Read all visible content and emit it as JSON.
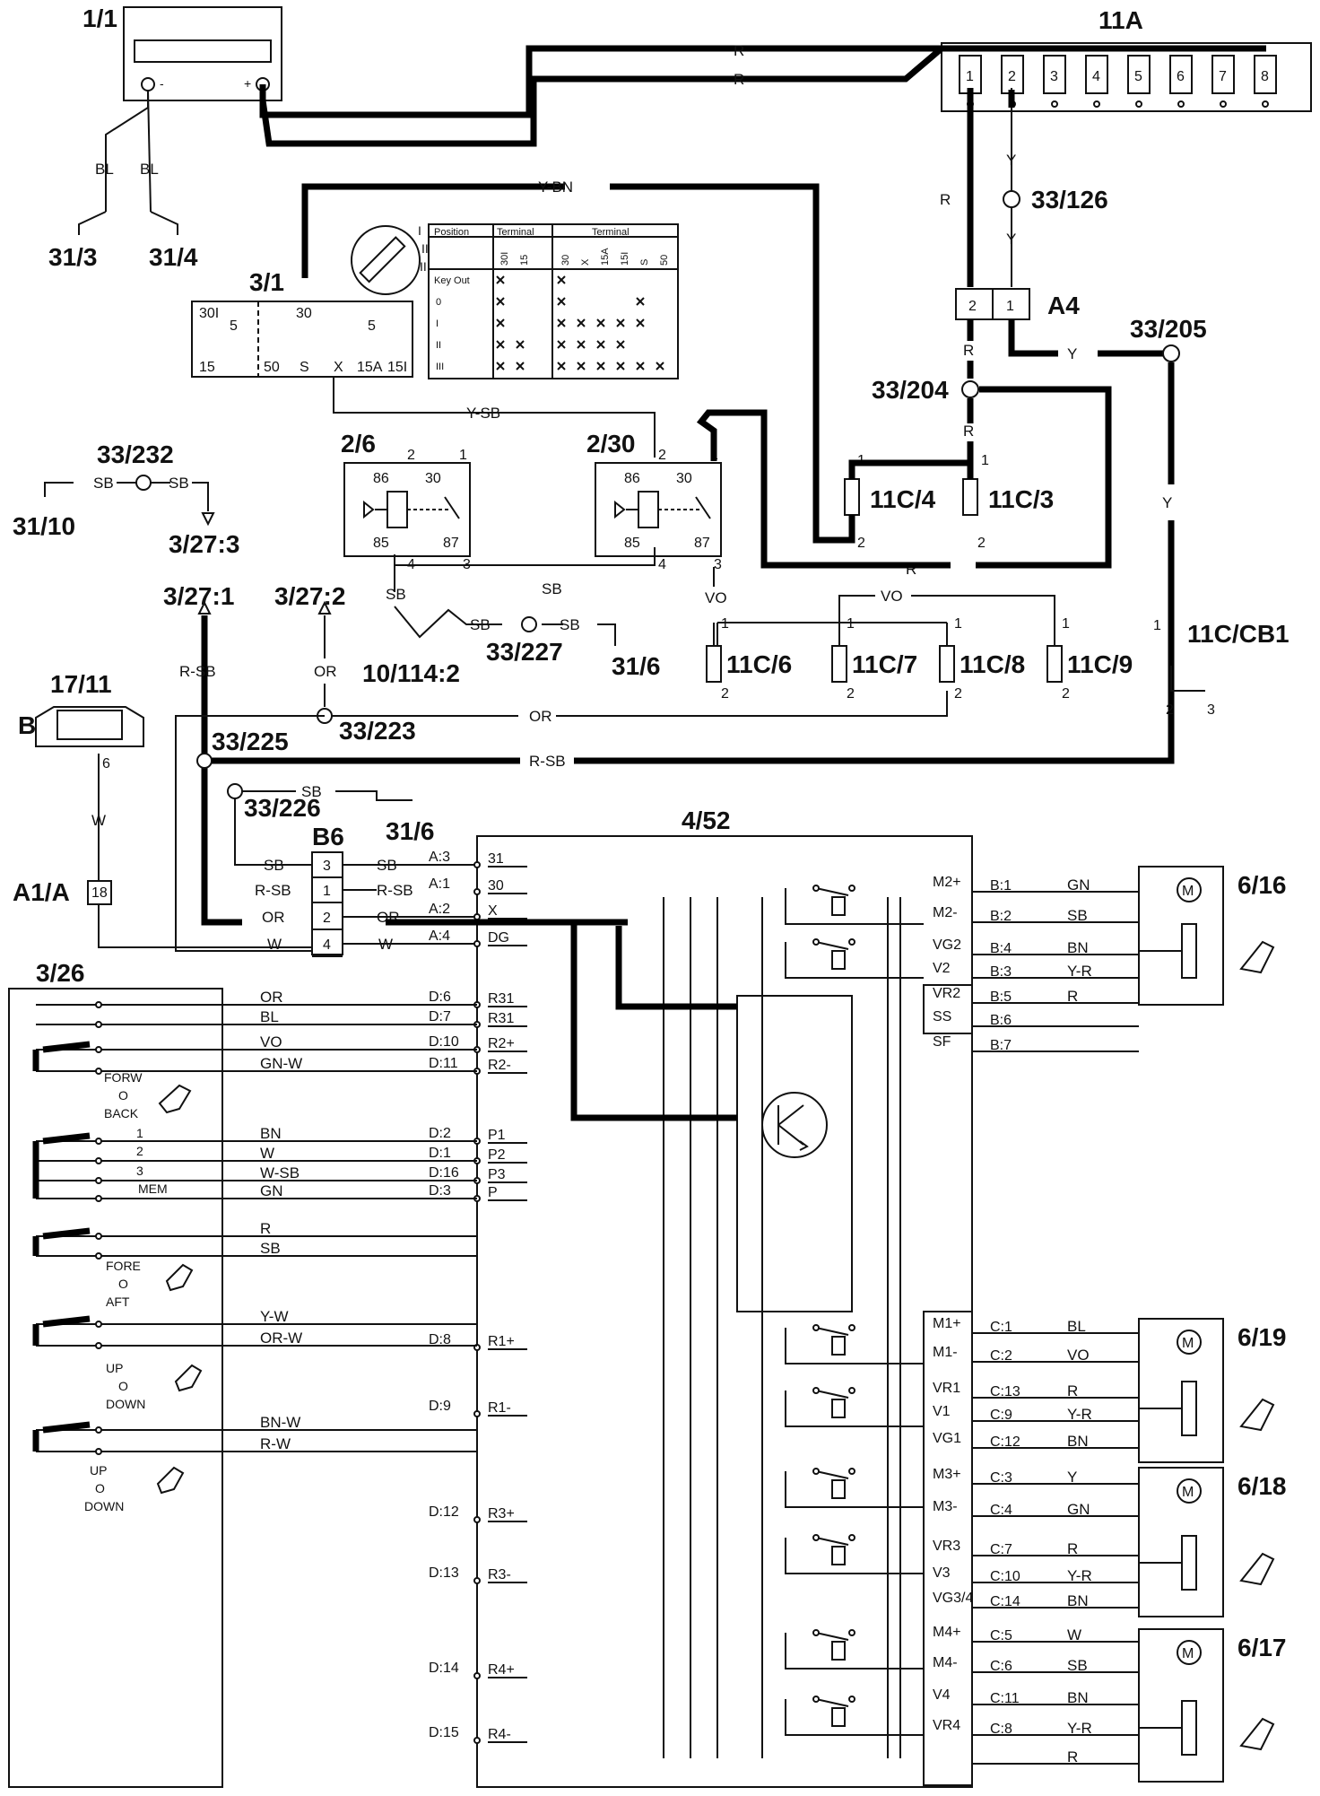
{
  "components": {
    "battery": "1/1",
    "fusebox": "11A",
    "fuses_11a": [
      "1",
      "2",
      "3",
      "4",
      "5",
      "6",
      "7",
      "8"
    ],
    "g31_3": "31/3",
    "g31_4": "31/4",
    "ign": "3/1",
    "s33_126": "33/126",
    "a4": "A4",
    "a4_pins": [
      "2",
      "1"
    ],
    "s33_205": "33/205",
    "s33_204": "33/204",
    "s33_232": "33/232",
    "g31_10": "31/10",
    "c3_27_3": "3/27:3",
    "relay_2_6": "2/6",
    "relay_2_30": "2/30",
    "f11c4": "11C/4",
    "f11c3": "11C/3",
    "c3_27_1": "3/27:1",
    "c3_27_2": "3/27:2",
    "c10_114": "10/114:2",
    "s33_227": "33/227",
    "g31_6a": "31/6",
    "f11c6": "11C/6",
    "f11c7": "11C/7",
    "f11c8": "11C/8",
    "f11c9": "11C/9",
    "cb1": "11C/CB1",
    "c17_11": "17/11",
    "b_lbl": "B",
    "s33_225": "33/225",
    "s33_223": "33/223",
    "s33_226": "33/226",
    "g31_6b": "31/6",
    "b6": "B6",
    "a1a": "A1/A",
    "a1a_pin": "18",
    "ctrl": "4/52",
    "sw": "3/26",
    "m6_16": "6/16",
    "m6_19": "6/19",
    "m6_18": "6/18",
    "m6_17": "6/17"
  },
  "wires": {
    "R": "R",
    "Y": "Y",
    "YBN": "Y-BN",
    "YSB": "Y-SB",
    "BL": "BL",
    "SB": "SB",
    "VO": "VO",
    "OR": "OR",
    "RSB": "R-SB",
    "W": "W",
    "GN": "GN",
    "BN": "BN",
    "YR": "Y-R",
    "GNW": "GN-W",
    "WSB": "W-SB",
    "YW": "Y-W",
    "ORW": "OR-W",
    "BNW": "BN-W",
    "RW": "R-W"
  },
  "ignition": {
    "pins_top": [
      "30I",
      "5",
      "30",
      "5"
    ],
    "pins_bottom": [
      "15",
      "50",
      "S",
      "X",
      "15A",
      "15I"
    ],
    "table_head": [
      "Position",
      "Terminal",
      "Terminal"
    ],
    "table_cols1": [
      "30I",
      "15"
    ],
    "table_cols2": [
      "30",
      "X",
      "15A",
      "15I",
      "S",
      "50"
    ],
    "rows": [
      "Key Out",
      "0",
      "I",
      "II",
      "III"
    ],
    "key_marks": [
      "I",
      "II",
      "III"
    ]
  },
  "relay": {
    "p86": "86",
    "p85": "85",
    "p30": "30",
    "p87": "87",
    "n1": "1",
    "n2": "2",
    "n3": "3",
    "n4": "4"
  },
  "pins_misc": {
    "p1": "1",
    "p2": "2",
    "p3": "3",
    "p4": "4",
    "p6": "6"
  },
  "ctrl_left": [
    {
      "c": "A:3",
      "p": "31"
    },
    {
      "c": "A:1",
      "p": "30"
    },
    {
      "c": "A:2",
      "p": "X"
    },
    {
      "c": "A:4",
      "p": "DG"
    },
    {
      "c": "D:6",
      "p": "R31"
    },
    {
      "c": "D:7",
      "p": "R31"
    },
    {
      "c": "D:10",
      "p": "R2+"
    },
    {
      "c": "D:11",
      "p": "R2-"
    },
    {
      "c": "D:2",
      "p": "P1"
    },
    {
      "c": "D:1",
      "p": "P2"
    },
    {
      "c": "D:16",
      "p": "P3"
    },
    {
      "c": "D:3",
      "p": "P"
    },
    {
      "c": "D:8",
      "p": "R1+"
    },
    {
      "c": "D:9",
      "p": "R1-"
    },
    {
      "c": "D:12",
      "p": "R3+"
    },
    {
      "c": "D:13",
      "p": "R3-"
    },
    {
      "c": "D:14",
      "p": "R4+"
    },
    {
      "c": "D:15",
      "p": "R4-"
    }
  ],
  "b6_pins": [
    "3",
    "1",
    "2",
    "4"
  ],
  "ctrl_right": [
    {
      "p": "M2+",
      "c": "B:1",
      "w": "GN"
    },
    {
      "p": "M2-",
      "c": "B:2",
      "w": "SB"
    },
    {
      "p": "VG2",
      "c": "B:4",
      "w": "BN"
    },
    {
      "p": "V2",
      "c": "B:3",
      "w": "Y-R"
    },
    {
      "p": "VR2",
      "c": "B:5",
      "w": "R"
    },
    {
      "p": "SS",
      "c": "B:6",
      "w": ""
    },
    {
      "p": "SF",
      "c": "B:7",
      "w": ""
    },
    {
      "p": "M1+",
      "c": "C:1",
      "w": "BL"
    },
    {
      "p": "M1-",
      "c": "C:2",
      "w": "VO"
    },
    {
      "p": "VR1",
      "c": "C:13",
      "w": "R"
    },
    {
      "p": "V1",
      "c": "C:9",
      "w": "Y-R"
    },
    {
      "p": "VG1",
      "c": "C:12",
      "w": "BN"
    },
    {
      "p": "M3+",
      "c": "C:3",
      "w": "Y"
    },
    {
      "p": "M3-",
      "c": "C:4",
      "w": "GN"
    },
    {
      "p": "VR3",
      "c": "C:7",
      "w": "R"
    },
    {
      "p": "V3",
      "c": "C:10",
      "w": "Y-R"
    },
    {
      "p": "VG3/4",
      "c": "C:14",
      "w": "BN"
    },
    {
      "p": "M4+",
      "c": "C:5",
      "w": "W"
    },
    {
      "p": "M4-",
      "c": "C:6",
      "w": "SB"
    },
    {
      "p": "V4",
      "c": "C:11",
      "w": "BN"
    },
    {
      "p": "VR4",
      "c": "C:8",
      "w": "Y-R"
    },
    {
      "p": "",
      "c": "",
      "w": "R"
    }
  ],
  "switch": {
    "forw": "FORW",
    "o": "O",
    "back": "BACK",
    "m1": "1",
    "m2": "2",
    "m3": "3",
    "mem": "MEM",
    "fore": "FORE",
    "aft": "AFT",
    "up": "UP",
    "down": "DOWN"
  },
  "sw_wires": [
    "OR",
    "BL",
    "VO",
    "GN-W",
    "BN",
    "W",
    "W-SB",
    "GN",
    "R",
    "SB",
    "Y-W",
    "OR-W",
    "BN-W",
    "R-W"
  ],
  "motor_sym": "M"
}
